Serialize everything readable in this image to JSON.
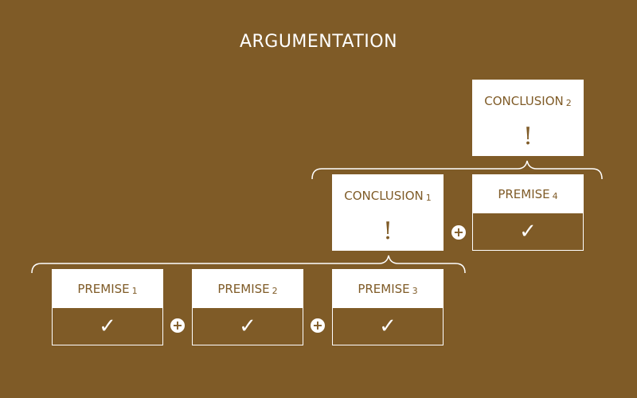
{
  "title": "ARGUMENTATION",
  "boxes": {
    "conclusion2": {
      "label": "CONCLUSION",
      "num": "2",
      "mark": "!"
    },
    "conclusion1": {
      "label": "CONCLUSION",
      "num": "1",
      "mark": "!"
    },
    "premise4": {
      "label": "PREMISE",
      "num": "4",
      "mark": "✓"
    },
    "premise1": {
      "label": "PREMISE",
      "num": "1",
      "mark": "✓"
    },
    "premise2": {
      "label": "PREMISE",
      "num": "2",
      "mark": "✓"
    },
    "premise3": {
      "label": "PREMISE",
      "num": "3",
      "mark": "✓"
    }
  },
  "operator": "+",
  "colors": {
    "background": "#7f5b27",
    "box": "#ffffff",
    "text": "#7f5b27"
  }
}
